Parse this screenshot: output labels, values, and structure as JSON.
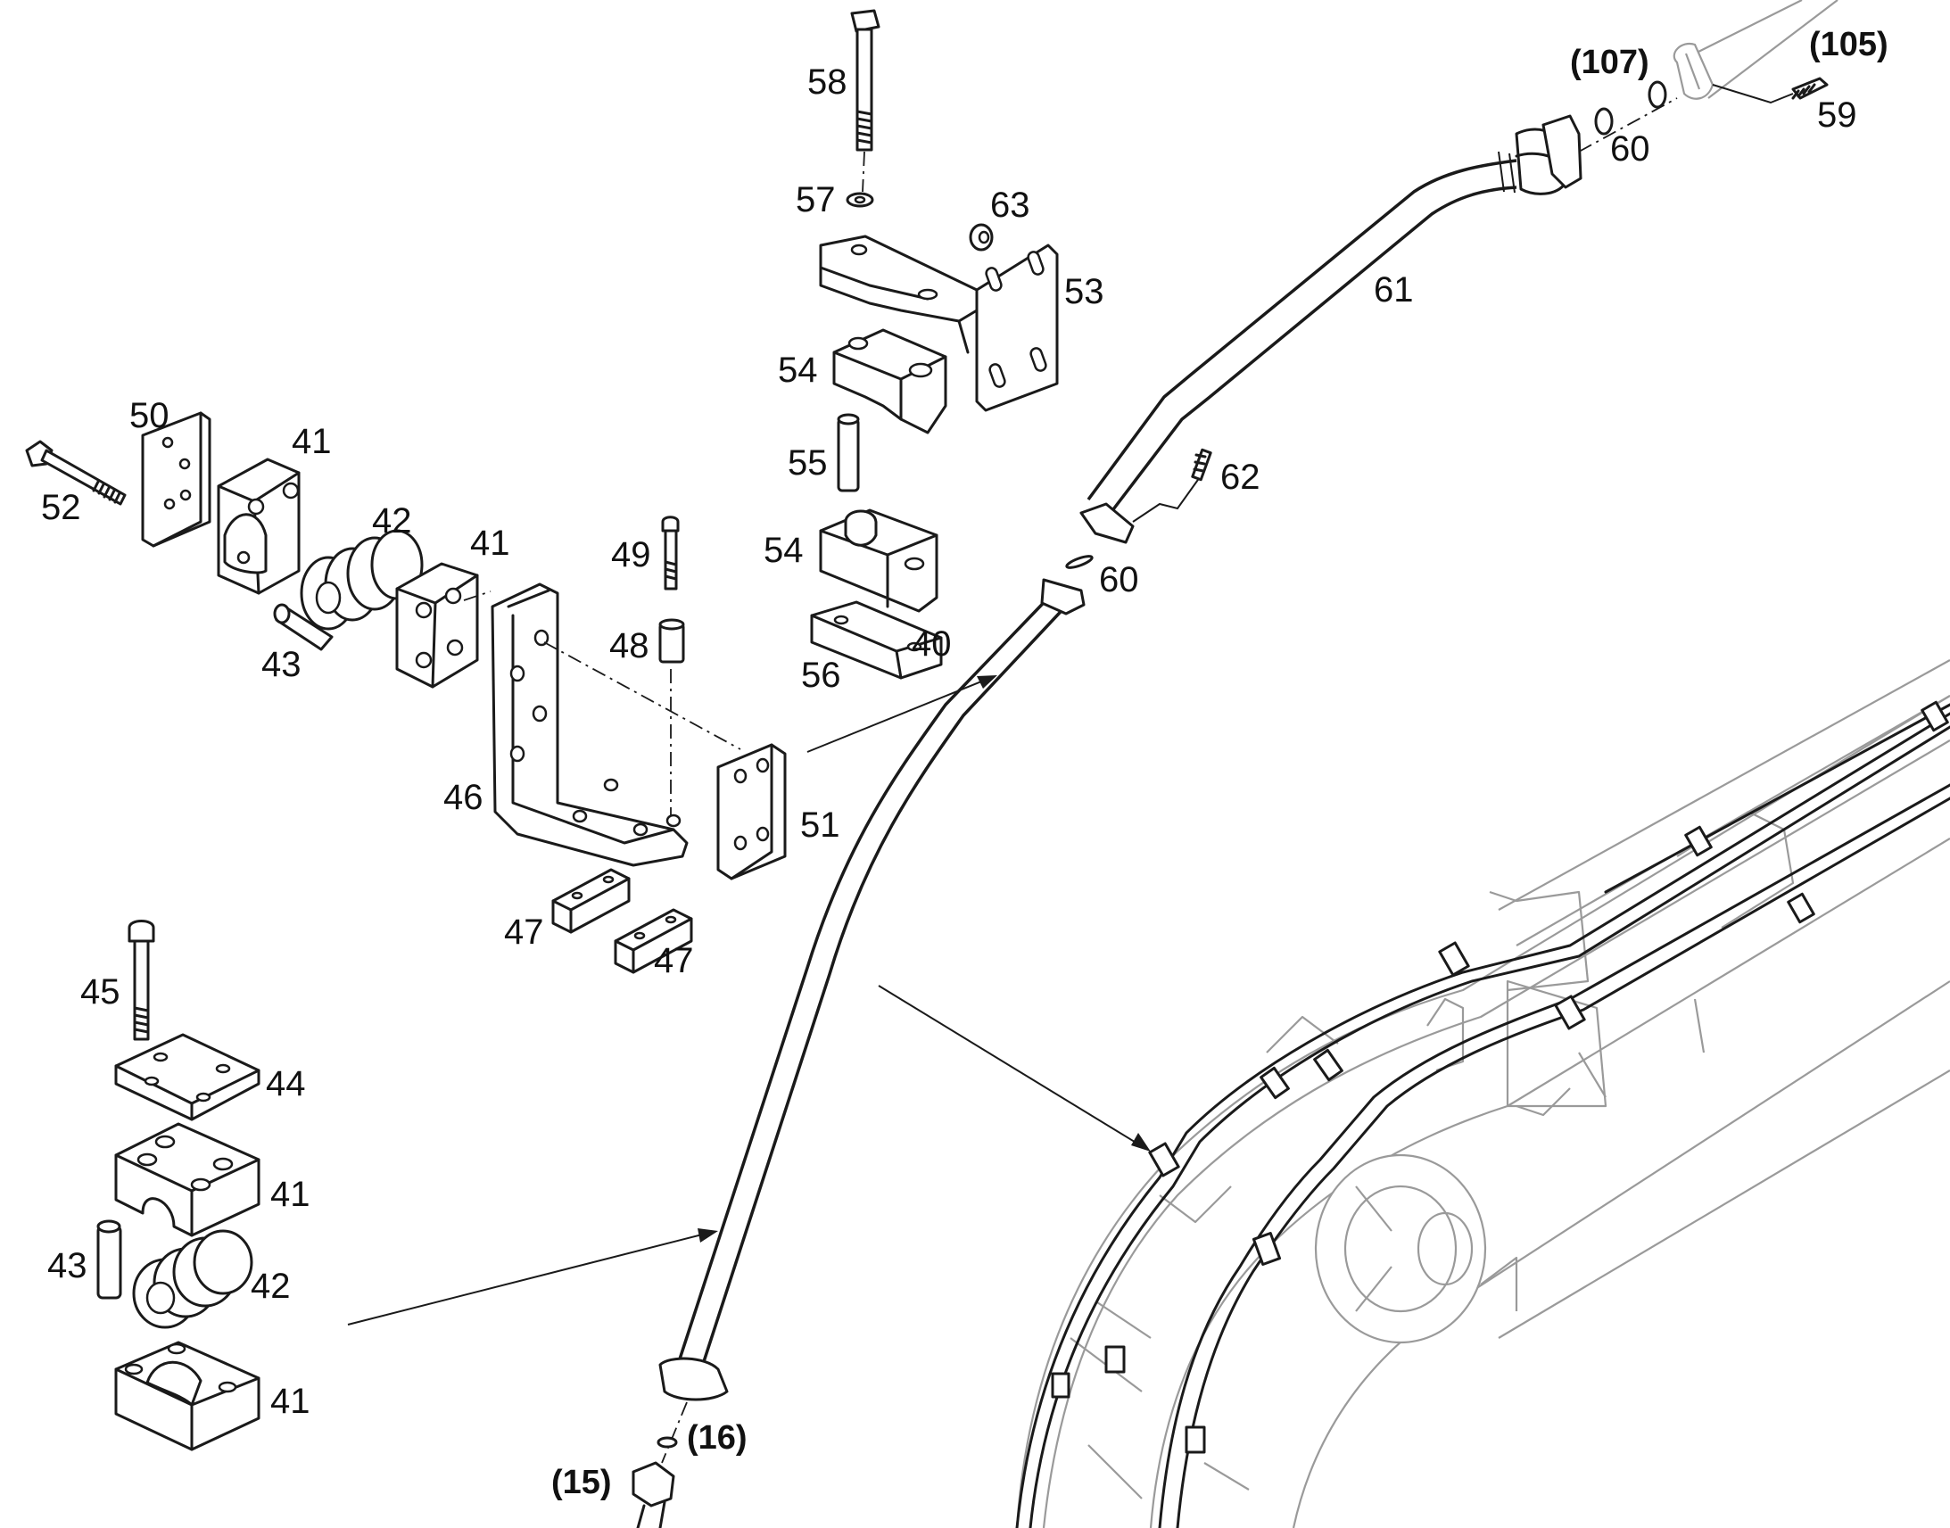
{
  "diagram": {
    "labels": {
      "p40": "40",
      "p41a": "41",
      "p41b": "41",
      "p41c": "41",
      "p41d": "41",
      "p42a": "42",
      "p42b": "42",
      "p43a": "43",
      "p43b": "43",
      "p44": "44",
      "p45": "45",
      "p46": "46",
      "p47a": "47",
      "p47b": "47",
      "p48": "48",
      "p49": "49",
      "p50": "50",
      "p51": "51",
      "p52": "52",
      "p53": "53",
      "p54a": "54",
      "p54b": "54",
      "p55": "55",
      "p56": "56",
      "p57": "57",
      "p58": "58",
      "p59": "59",
      "p60a": "60",
      "p60b": "60",
      "p61": "61",
      "p62": "62",
      "p63": "63"
    },
    "refs": {
      "r15": "(15)",
      "r16": "(16)",
      "r105": "(105)",
      "r107": "(107)"
    }
  }
}
